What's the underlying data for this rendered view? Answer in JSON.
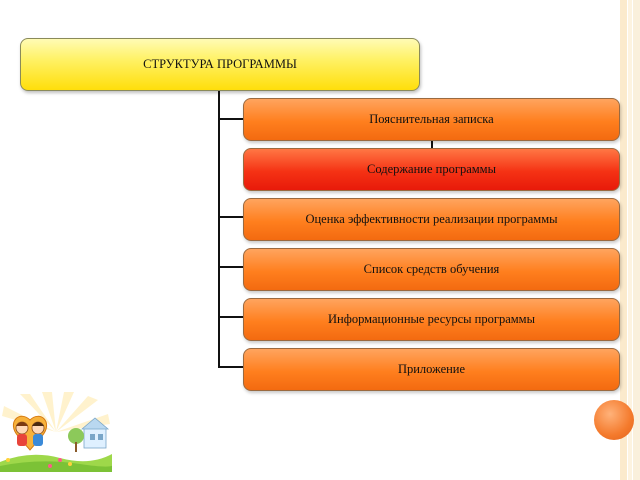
{
  "diagram": {
    "root": {
      "label": "СТРУКТУРА ПРОГРАММЫ"
    },
    "children": [
      {
        "label": "Пояснительная записка"
      },
      {
        "label": "Содержание программы"
      },
      {
        "label": "Оценка эффективности реализации программы"
      },
      {
        "label": "Список средств обучения"
      },
      {
        "label": "Информационные ресурсы программы"
      },
      {
        "label": "Приложение"
      }
    ]
  },
  "colors": {
    "root_fill": "#ffde0a",
    "node_fill": "#ff7f1e",
    "highlight_fill": "#f53214",
    "connector": "#111111",
    "nav_circle": "#f47a2c"
  },
  "icons": {
    "nav": "orange-circle",
    "illustration": "kids-on-heart-illustration"
  }
}
